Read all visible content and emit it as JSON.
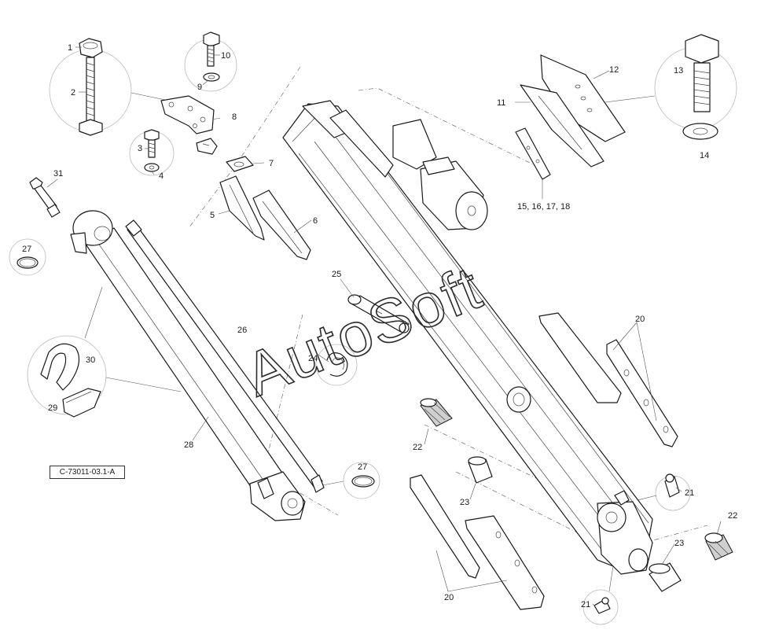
{
  "drawing": {
    "reference": "C-73011-03.1-A",
    "watermark": "AutoSoft",
    "colors": {
      "ink": "#1a1a1a",
      "callout_circle": "#bbbbbb",
      "paper": "#ffffff"
    }
  },
  "labels": {
    "l1": "1",
    "l2": "2",
    "l3": "3",
    "l4": "4",
    "l5": "5",
    "l6": "6",
    "l7": "7",
    "l8": "8",
    "l9": "9",
    "l10": "10",
    "l11": "11",
    "l12": "12",
    "l13": "13",
    "l14": "14",
    "l15": "15, 16, 17, 18",
    "l20a": "20",
    "l20b": "20",
    "l21a": "21",
    "l21b": "21",
    "l22a": "22",
    "l22b": "22",
    "l23a": "23",
    "l23b": "23",
    "l24": "24",
    "l25": "25",
    "l26": "26",
    "l27a": "27",
    "l27b": "27",
    "l28": "28",
    "l29": "29",
    "l30": "30",
    "l31": "31"
  }
}
